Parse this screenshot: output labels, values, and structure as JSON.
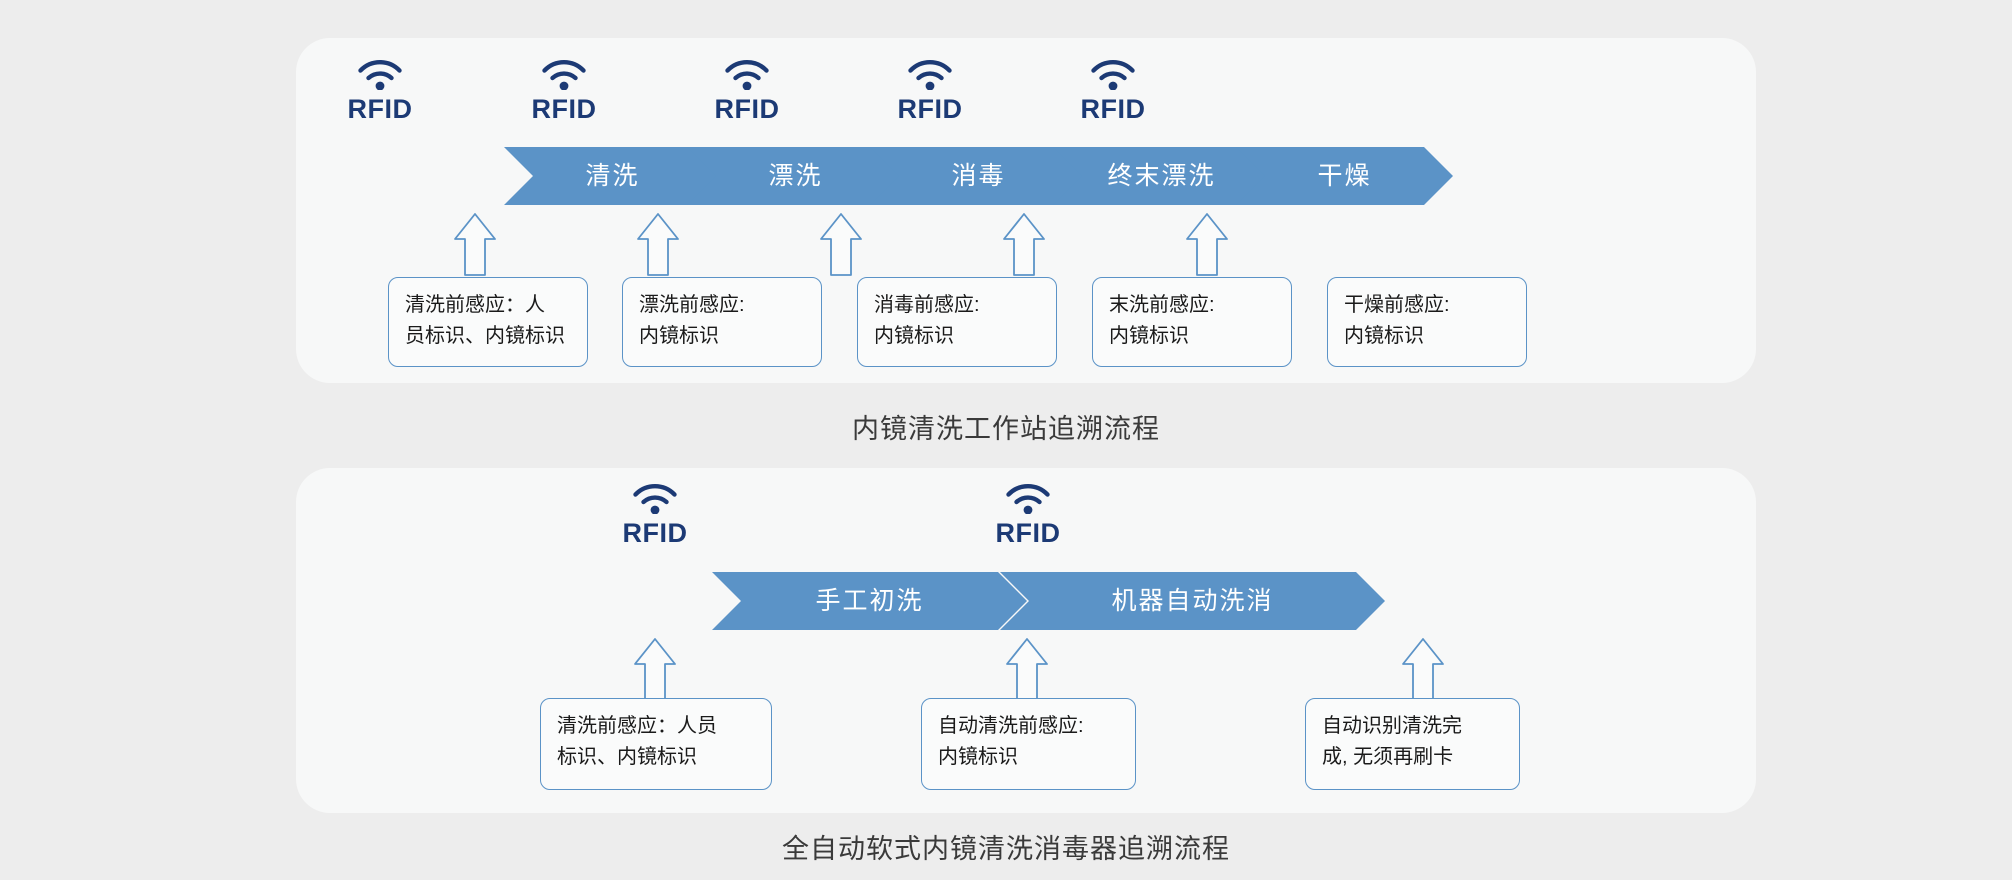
{
  "theme": {
    "page_bg": "#ededed",
    "panel_bg": "#f7f8f8",
    "chevron_fill": "#5b93c7",
    "chevron_text": "#ffffff",
    "rfid_color": "#1c3a75",
    "note_border": "#5b93c7",
    "note_text": "#1a1a1a",
    "caption_color": "#3a3a3a"
  },
  "diagrams": [
    {
      "id": "endoscope-washing-workstation",
      "caption": "内镜清洗工作站追溯流程",
      "rfid_label": "RFID",
      "steps": [
        {
          "step_label": "清洗",
          "rfid_label": "RFID",
          "note_lines": [
            "清洗前感应：人",
            "员标识、内镜标识"
          ]
        },
        {
          "step_label": "漂洗",
          "rfid_label": "RFID",
          "note_lines": [
            "漂洗前感应:",
            "内镜标识"
          ]
        },
        {
          "step_label": "消毒",
          "rfid_label": "RFID",
          "note_lines": [
            "消毒前感应:",
            "内镜标识"
          ]
        },
        {
          "step_label": "终末漂洗",
          "rfid_label": "RFID",
          "note_lines": [
            "末洗前感应:",
            "内镜标识"
          ]
        },
        {
          "step_label": "干燥",
          "rfid_label": "RFID",
          "note_lines": [
            "干燥前感应:",
            "内镜标识"
          ]
        }
      ]
    },
    {
      "id": "automatic-flexible-endoscope-reprocessor",
      "caption": "全自动软式内镜清洗消毒器追溯流程",
      "rfid_label": "RFID",
      "steps": [
        {
          "step_label": "手工初洗",
          "rfid_label": "RFID",
          "note_lines": [
            "清洗前感应：人员",
            "标识、内镜标识"
          ]
        },
        {
          "step_label": "机器自动洗消",
          "rfid_label": "RFID",
          "note_lines": [
            "自动清洗前感应:",
            "内镜标识"
          ]
        }
      ],
      "extra_notes": [
        {
          "note_lines": [
            "自动识别清洗完",
            "成, 无须再刷卡"
          ]
        }
      ]
    }
  ],
  "icons": {
    "rfid_wave": "rfid-wave-icon",
    "up_arrow": "hollow-up-arrow-icon"
  }
}
